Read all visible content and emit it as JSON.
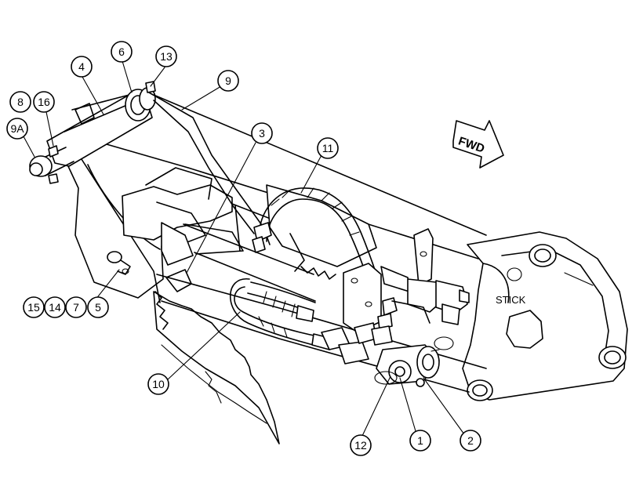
{
  "diagram": {
    "direction_label": "FWD",
    "part_label": "STICK",
    "callouts": [
      {
        "label": "1",
        "key": "1"
      },
      {
        "label": "2",
        "key": "2"
      },
      {
        "label": "3",
        "key": "3"
      },
      {
        "label": "4",
        "key": "4"
      },
      {
        "label": "5",
        "key": "5"
      },
      {
        "label": "6",
        "key": "6"
      },
      {
        "label": "7",
        "key": "7"
      },
      {
        "label": "8",
        "key": "8"
      },
      {
        "label": "9",
        "key": "9"
      },
      {
        "label": "9A",
        "key": "9a"
      },
      {
        "label": "10",
        "key": "10"
      },
      {
        "label": "11",
        "key": "11"
      },
      {
        "label": "12",
        "key": "12"
      },
      {
        "label": "13",
        "key": "13"
      },
      {
        "label": "14",
        "key": "14"
      },
      {
        "label": "15",
        "key": "15"
      },
      {
        "label": "16",
        "key": "16"
      }
    ]
  }
}
